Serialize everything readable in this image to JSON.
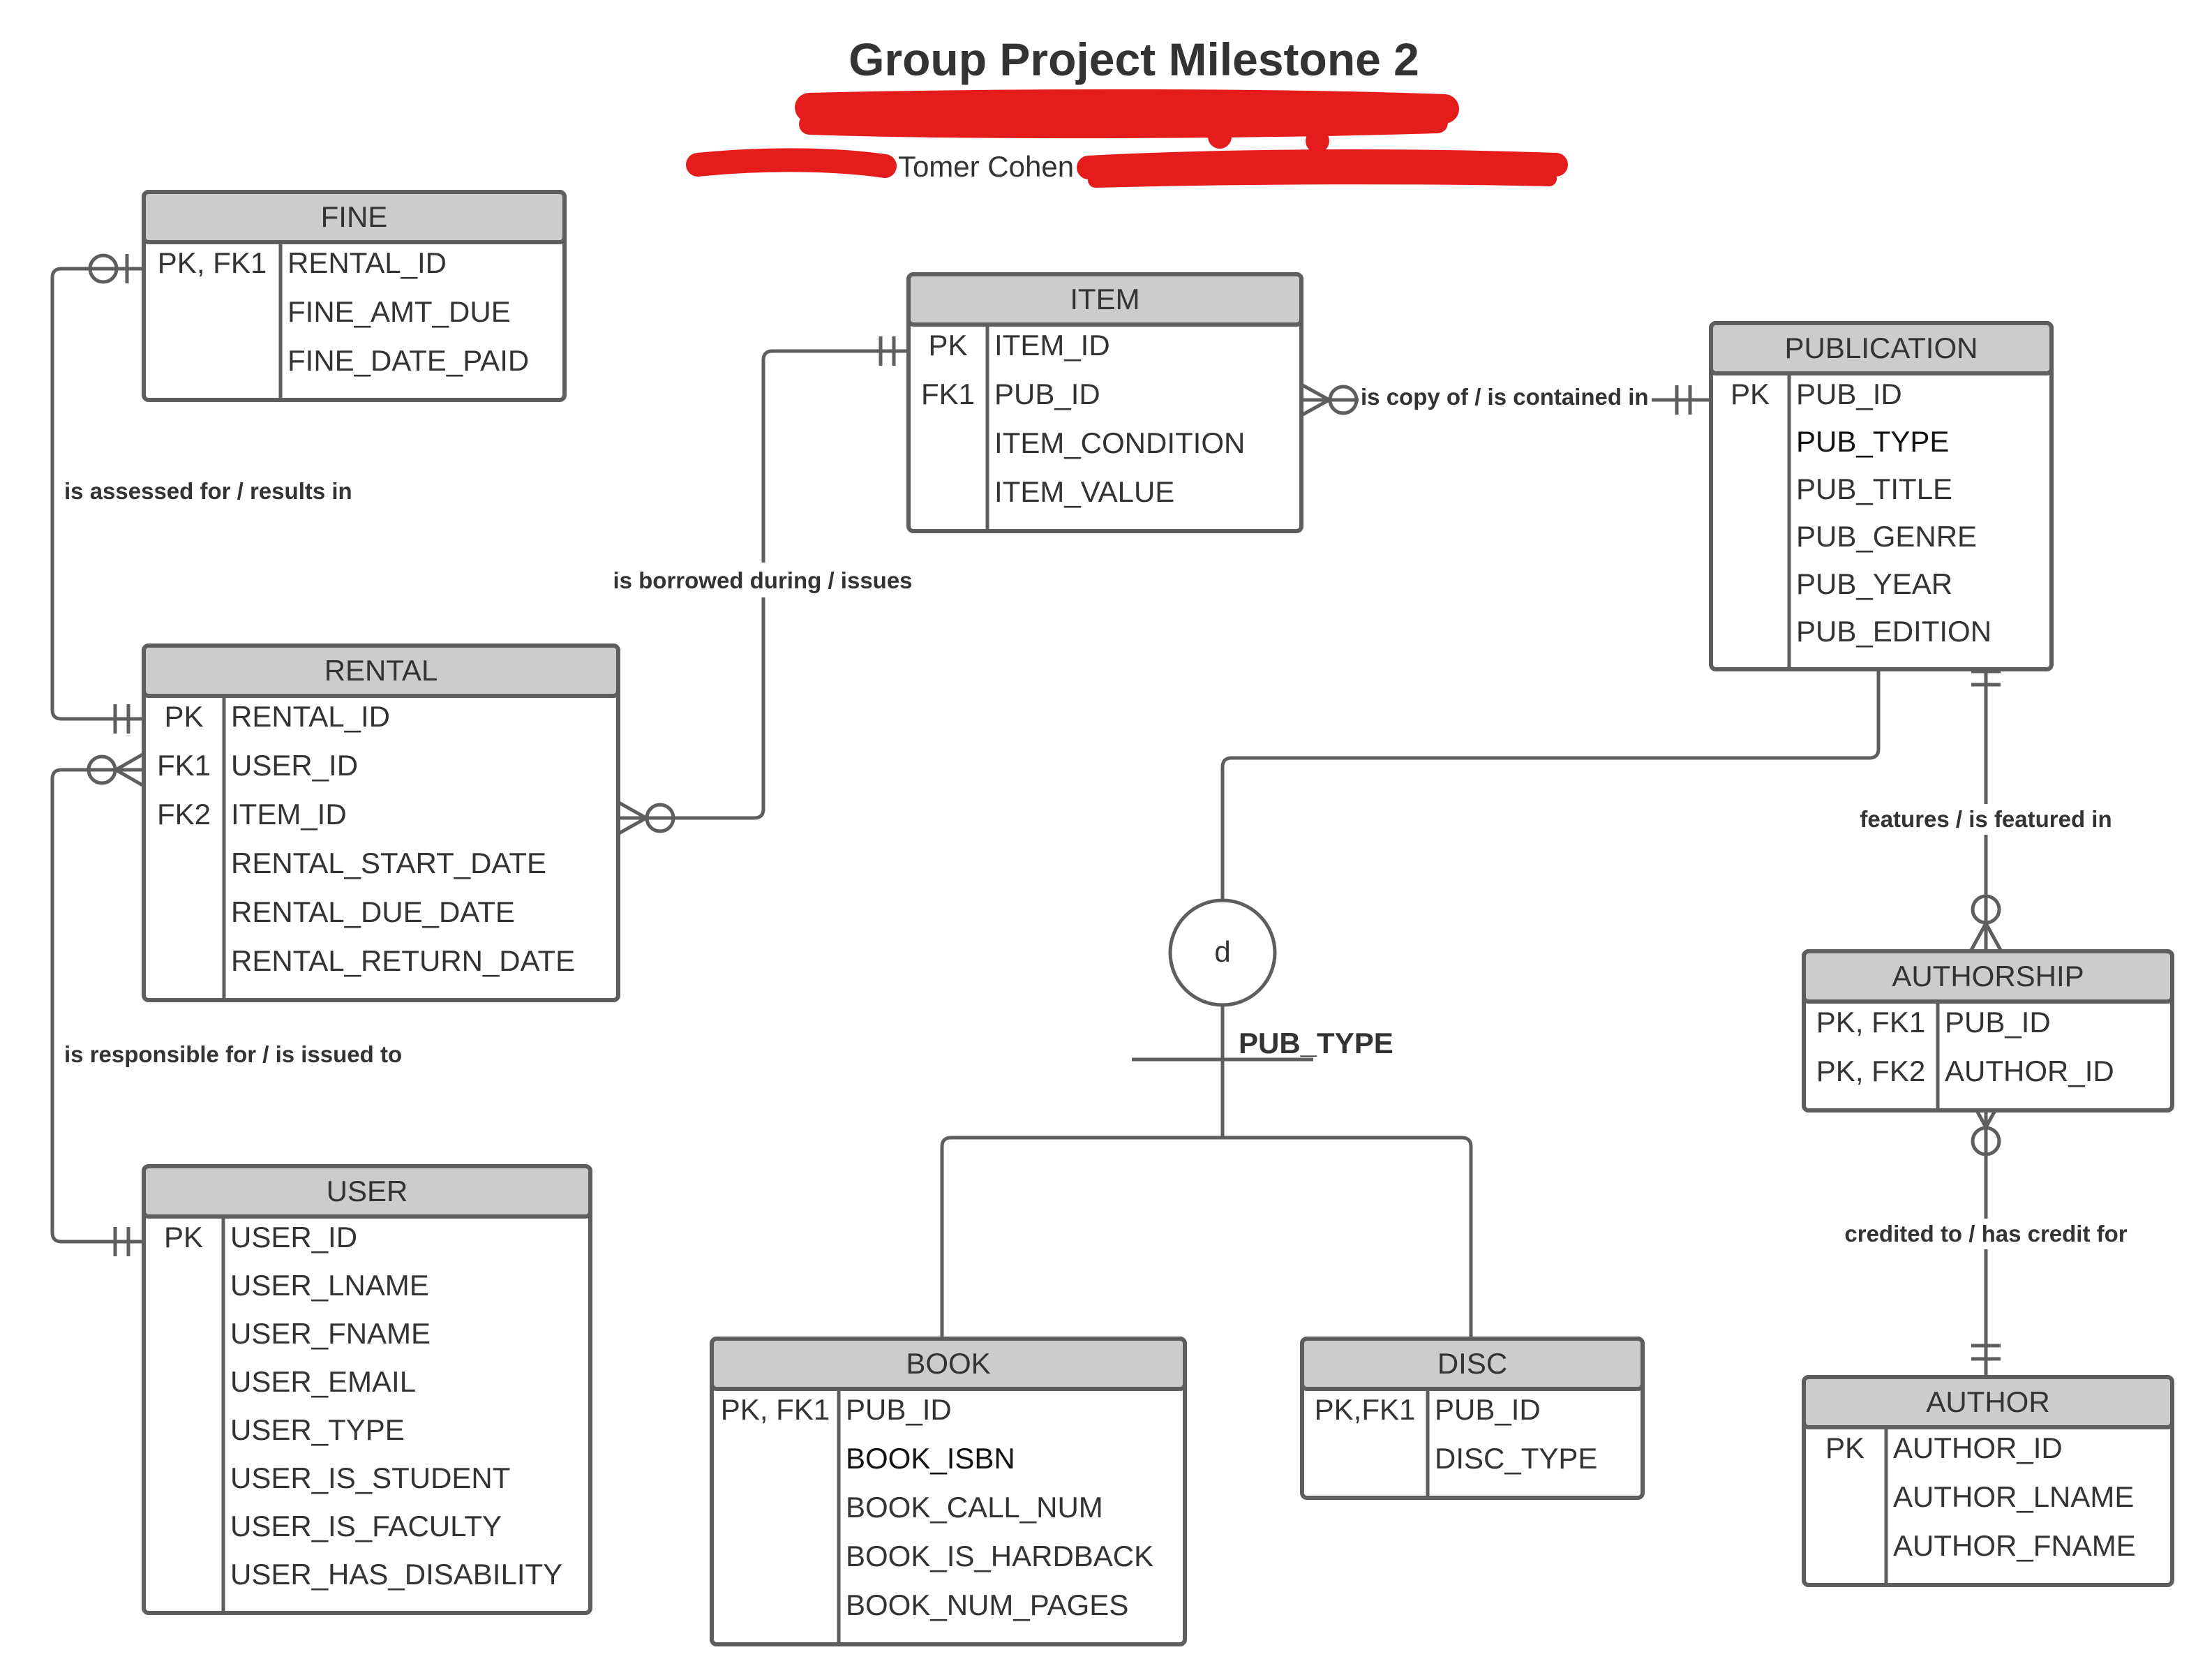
{
  "header": {
    "title": "Group Project Milestone 2",
    "authors_visible": "Tomer Cohen"
  },
  "colors": {
    "entity_header": "#cccccc",
    "line": "#5e5e5e",
    "redaction": "#e41c1c"
  },
  "entities": {
    "fine": {
      "name": "FINE",
      "rows": [
        {
          "key": "PK, FK1",
          "attr": "RENTAL_ID"
        },
        {
          "key": "",
          "attr": "FINE_AMT_DUE"
        },
        {
          "key": "",
          "attr": "FINE_DATE_PAID"
        }
      ]
    },
    "item": {
      "name": "ITEM",
      "rows": [
        {
          "key": "PK",
          "attr": "ITEM_ID"
        },
        {
          "key": "FK1",
          "attr": "PUB_ID"
        },
        {
          "key": "",
          "attr": "ITEM_CONDITION"
        },
        {
          "key": "",
          "attr": "ITEM_VALUE"
        }
      ]
    },
    "publication": {
      "name": "PUBLICATION",
      "rows": [
        {
          "key": "PK",
          "attr": "PUB_ID"
        },
        {
          "key": "",
          "attr": "PUB_TYPE"
        },
        {
          "key": "",
          "attr": "PUB_TITLE"
        },
        {
          "key": "",
          "attr": "PUB_GENRE"
        },
        {
          "key": "",
          "attr": "PUB_YEAR"
        },
        {
          "key": "",
          "attr": "PUB_EDITION"
        }
      ]
    },
    "rental": {
      "name": "RENTAL",
      "rows": [
        {
          "key": "PK",
          "attr": "RENTAL_ID"
        },
        {
          "key": "FK1",
          "attr": "USER_ID"
        },
        {
          "key": "FK2",
          "attr": "ITEM_ID"
        },
        {
          "key": "",
          "attr": "RENTAL_START_DATE"
        },
        {
          "key": "",
          "attr": "RENTAL_DUE_DATE"
        },
        {
          "key": "",
          "attr": "RENTAL_RETURN_DATE"
        }
      ]
    },
    "user": {
      "name": "USER",
      "rows": [
        {
          "key": "PK",
          "attr": "USER_ID"
        },
        {
          "key": "",
          "attr": "USER_LNAME"
        },
        {
          "key": "",
          "attr": "USER_FNAME"
        },
        {
          "key": "",
          "attr": "USER_EMAIL"
        },
        {
          "key": "",
          "attr": "USER_TYPE"
        },
        {
          "key": "",
          "attr": "USER_IS_STUDENT"
        },
        {
          "key": "",
          "attr": "USER_IS_FACULTY"
        },
        {
          "key": "",
          "attr": "USER_HAS_DISABILITY"
        }
      ]
    },
    "authorship": {
      "name": "AUTHORSHIP",
      "rows": [
        {
          "key": "PK, FK1",
          "attr": "PUB_ID"
        },
        {
          "key": "PK, FK2",
          "attr": "AUTHOR_ID"
        }
      ]
    },
    "book": {
      "name": "BOOK",
      "rows": [
        {
          "key": "PK, FK1",
          "attr": "PUB_ID"
        },
        {
          "key": "",
          "attr": "BOOK_ISBN"
        },
        {
          "key": "",
          "attr": "BOOK_CALL_NUM"
        },
        {
          "key": "",
          "attr": "BOOK_IS_HARDBACK"
        },
        {
          "key": "",
          "attr": "BOOK_NUM_PAGES"
        }
      ]
    },
    "disc": {
      "name": "DISC",
      "rows": [
        {
          "key": "PK,FK1",
          "attr": "PUB_ID"
        },
        {
          "key": "",
          "attr": "DISC_TYPE"
        }
      ]
    },
    "author": {
      "name": "AUTHOR",
      "rows": [
        {
          "key": "PK",
          "attr": "AUTHOR_ID"
        },
        {
          "key": "",
          "attr": "AUTHOR_LNAME"
        },
        {
          "key": "",
          "attr": "AUTHOR_FNAME"
        }
      ]
    }
  },
  "relationships": {
    "fine_rental": "is assessed for / results in",
    "rental_item": "is borrowed during / issues",
    "item_publication": "is copy of / is contained in",
    "rental_user": "is responsible for / is issued to",
    "publication_authorship": "features / is featured in",
    "authorship_author": "credited to / has credit for"
  },
  "subtype": {
    "symbol": "d",
    "discriminator": "PUB_TYPE"
  }
}
